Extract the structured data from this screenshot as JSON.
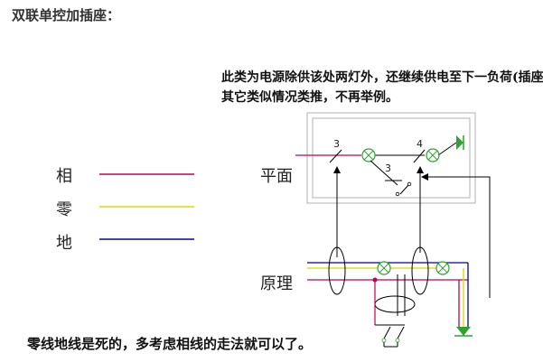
{
  "title": "双联单控加插座：",
  "note": {
    "line1": "此类为电源除供该处两灯外，还继续供电至下一负荷(插座)",
    "line2": "其它类似情况类推，不再举例。"
  },
  "legend": {
    "live": "相",
    "neutral": "零",
    "ground": "地"
  },
  "labels": {
    "plan": "平面",
    "principle": "原理"
  },
  "switch_numbers": {
    "s1": "3",
    "s2": "4",
    "s3": "3"
  },
  "bottom_note": "零线地线是死的，多考虑相线的走法就可以了。",
  "colors": {
    "live": "#c00050",
    "neutral": "#d8d800",
    "ground": "#000099",
    "lamp": "#30a030",
    "wire": "#000000",
    "box": "#b0b0b0"
  }
}
